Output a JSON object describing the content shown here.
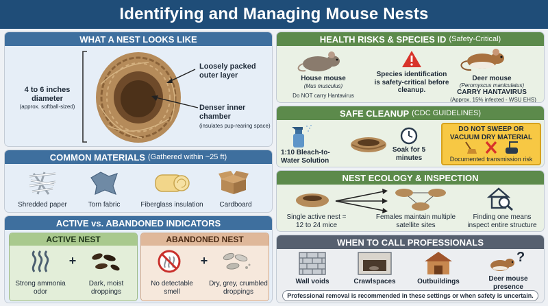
{
  "title": "Identifying and Managing Mouse Nests",
  "nest_look": {
    "header": "WHAT A NEST LOOKS LIKE",
    "diameter": "4 to 6 inches diameter",
    "diameter_note": "(approx. softball-sized)",
    "outer_label": "Loosely packed outer layer",
    "inner_label": "Denser inner chamber",
    "inner_note": "(insulates pup-rearing space)"
  },
  "materials": {
    "header": "COMMON MATERIALS",
    "header_sub": "(Gathered within ~25 ft)",
    "items": [
      "Shredded paper",
      "Torn fabric",
      "Fiberglass insulation",
      "Cardboard"
    ]
  },
  "indicators": {
    "header": "ACTIVE vs. ABANDONED INDICATORS",
    "active": {
      "title": "ACTIVE NEST",
      "sign1": "Strong ammonia odor",
      "sign2": "Dark, moist droppings"
    },
    "abandoned": {
      "title": "ABANDONED NEST",
      "sign1": "No detectable smell",
      "sign2": "Dry, grey, crumbled droppings"
    },
    "plus": "+"
  },
  "health": {
    "header": "HEALTH RISKS & SPECIES ID",
    "header_sub": "(Safety-Critical)",
    "house_name": "House mouse",
    "house_sci": "(Mus musculus)",
    "house_note": "Do NOT carry Hantavirus",
    "warning": "Species identification is safety-critical before cleanup.",
    "deer_name": "Deer mouse",
    "deer_sci": "(Peromyscus maniculatus)",
    "deer_note": "CARRY HANTAVIRUS",
    "deer_stat": "(Approx. 15% infected - WSU EHS)"
  },
  "cleanup": {
    "header": "SAFE CLEANUP",
    "header_sub": "(CDC GUIDELINES)",
    "solution": "1:10 Bleach-to-Water Solution",
    "soak": "Soak for 5 minutes",
    "warn_title": "DO NOT SWEEP OR VACUUM DRY MATERIAL",
    "warn_note": "Documented transmission risk"
  },
  "ecology": {
    "header": "NEST ECOLOGY & INSPECTION",
    "single": "Single active nest = 12 to 24 mice",
    "satellite": "Females maintain multiple satellite sites",
    "finding": "Finding one means inspect entire structure"
  },
  "professionals": {
    "header": "WHEN TO CALL PROFESSIONALS",
    "items": [
      "Wall voids",
      "Crawlspaces",
      "Outbuildings",
      "Deer mouse presence suspected"
    ],
    "note": "Professional removal is recommended in these settings or when safety is uncertain."
  },
  "colors": {
    "title_bg": "#1f4d78",
    "blue_header": "#3e6f9e",
    "green_header": "#5c8a4b",
    "slate_header": "#56606f",
    "warning_red": "#d8332a",
    "warning_yellow": "#f7c844"
  }
}
